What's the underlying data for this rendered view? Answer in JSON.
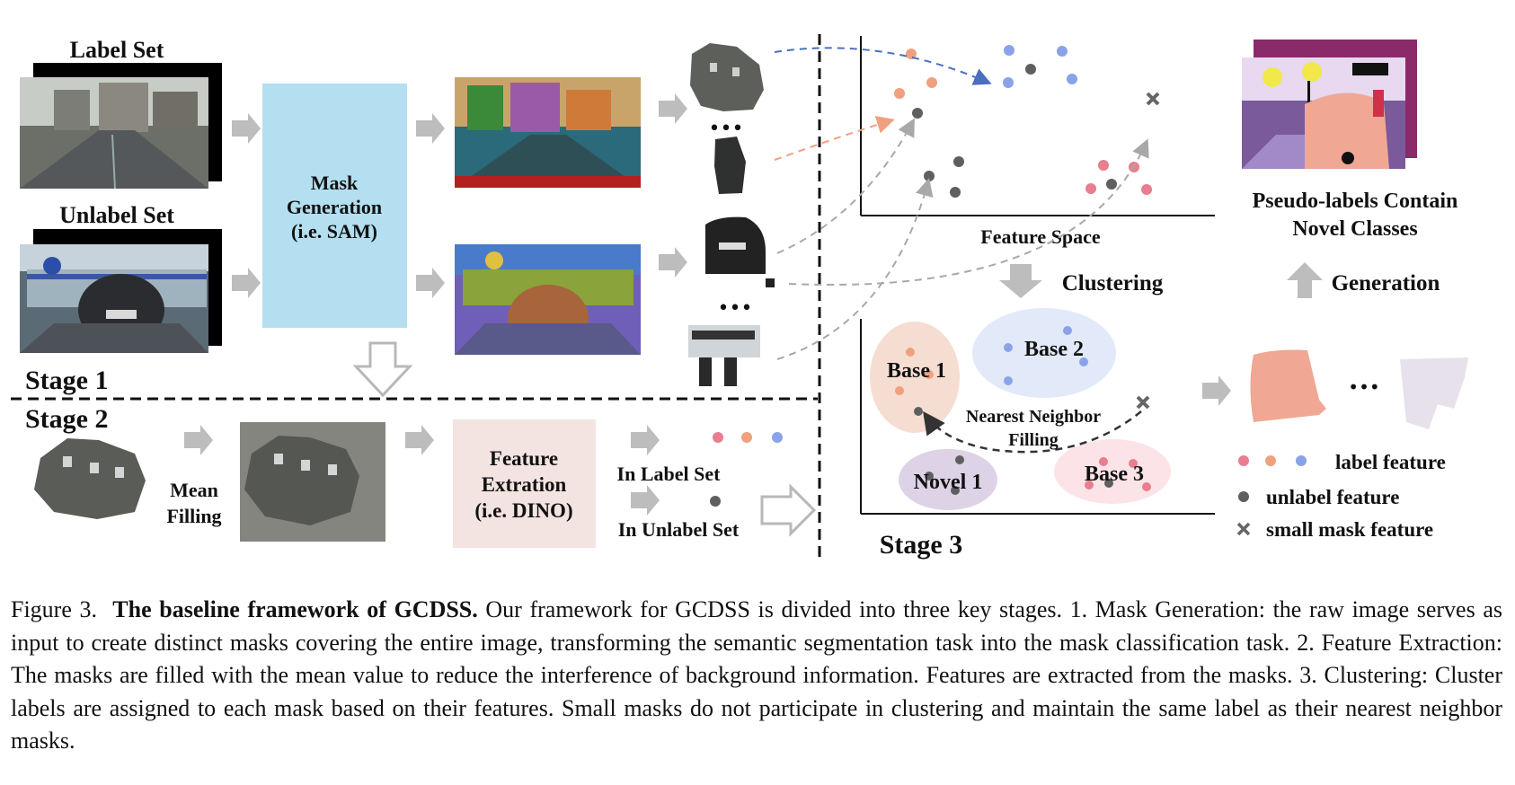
{
  "figure": {
    "label_set": "Label Set",
    "unlabel_set": "Unlabel Set",
    "mask_generation": [
      "Mask",
      "Generation",
      "(i.e. SAM)"
    ],
    "stage1": "Stage 1",
    "stage2": "Stage 2",
    "stage3": "Stage 3",
    "mean_filling": [
      "Mean",
      "Filling"
    ],
    "feature_extraction": [
      "Feature",
      "Extration",
      "(i.e. DINO)"
    ],
    "in_label_set": "In Label Set",
    "in_unlabel_set": "In Unlabel Set",
    "feature_space": "Feature Space",
    "clustering": "Clustering",
    "generation": "Generation",
    "pseudo_labels": [
      "Pseudo-labels Contain",
      "Novel Classes"
    ],
    "clusters": {
      "base1": "Base 1",
      "base2": "Base 2",
      "base3": "Base 3",
      "novel1": "Novel 1"
    },
    "nearest_neighbor": [
      "Nearest Neighbor",
      "Filling"
    ],
    "legend": {
      "label_feature": "label feature",
      "unlabel_feature": "unlabel feature",
      "small_mask_feature": "small mask feature"
    },
    "ellipsis": "•••",
    "colors": {
      "mask_box": "#b3dff0",
      "feature_box": "#f4e4e1",
      "label_pink": "#e87e8f",
      "label_orange": "#f0a07f",
      "label_blue": "#8aa3e8",
      "unlabel_gray": "#5f5f5f",
      "arrow_gray": "#b8b8b8",
      "blue_arrow": "#4a6fc1",
      "orange_arrow": "#f0a07f"
    }
  },
  "caption": {
    "prefix": "Figure 3.",
    "title": "The baseline framework of GCDSS.",
    "body": "Our framework for GCDSS is divided into three key stages. 1. Mask Generation: the raw image serves as input to create distinct masks covering the entire image, transforming the semantic segmentation task into the mask classification task. 2. Feature Extraction: The masks are filled with the mean value to reduce the interference of background information. Features are extracted from the masks. 3. Clustering: Cluster labels are assigned to each mask based on their features. Small masks do not participate in clustering and maintain the same label as their nearest neighbor masks."
  }
}
